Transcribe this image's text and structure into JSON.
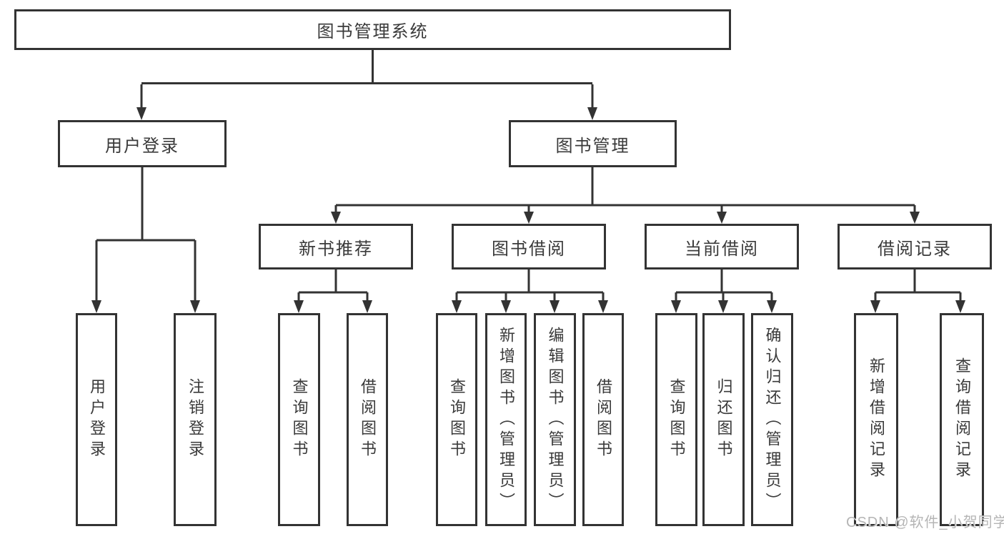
{
  "diagram": {
    "tree": {
      "root": {
        "label": "图书管理系统",
        "children": [
          {
            "label": "用户登录",
            "children": [
              {
                "label": "用户登录"
              },
              {
                "label": "注销登录"
              }
            ]
          },
          {
            "label": "图书管理",
            "children": [
              {
                "label": "新书推荐",
                "children": [
                  {
                    "label": "查询图书"
                  },
                  {
                    "label": "借阅图书"
                  }
                ]
              },
              {
                "label": "图书借阅",
                "children": [
                  {
                    "label": "查询图书"
                  },
                  {
                    "label": "新增图书（管理员）"
                  },
                  {
                    "label": "编辑图书（管理员）"
                  },
                  {
                    "label": "借阅图书"
                  }
                ]
              },
              {
                "label": "当前借阅",
                "children": [
                  {
                    "label": "查询图书"
                  },
                  {
                    "label": "归还图书"
                  },
                  {
                    "label": "确认归还（管理员）"
                  }
                ]
              },
              {
                "label": "借阅记录",
                "children": [
                  {
                    "label": "新增借阅记录"
                  },
                  {
                    "label": "查询借阅记录"
                  }
                ]
              }
            ]
          }
        ]
      }
    },
    "colors": {
      "line": "#333333",
      "text": "#3a3a3a",
      "background": "#ffffff",
      "watermark": "#b5b5b5"
    }
  },
  "watermark": {
    "text": "CSDN @软件_小贺同学"
  }
}
